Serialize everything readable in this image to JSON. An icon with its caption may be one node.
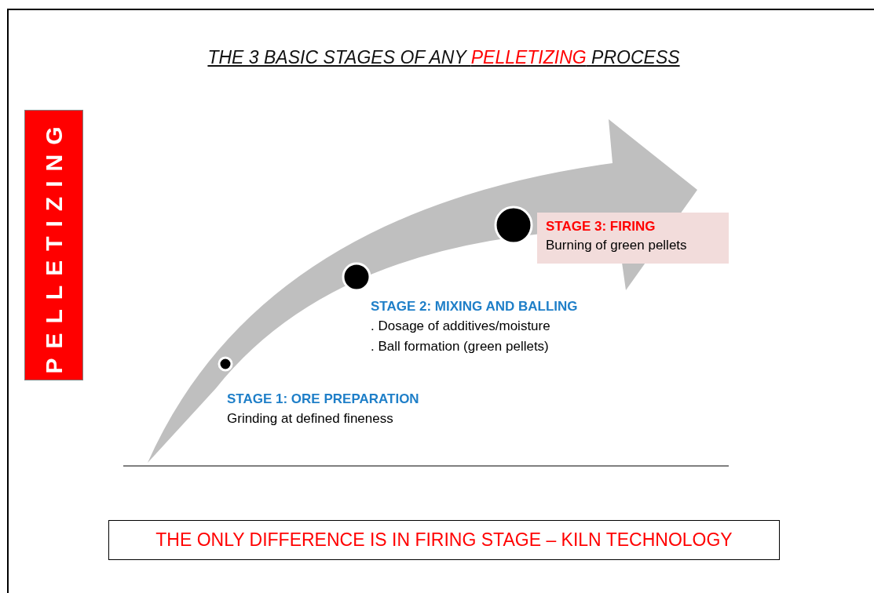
{
  "diagram": {
    "title": "THE 3 BASIC STAGES OF ANY **PELLETIZING** PROCESS",
    "nodes": [
      {
        "text": [
          "PELLETIZING"
        ]
      },
      {
        "text": [
          "STAGE 3: FIRING",
          "Burning of green pellets"
        ]
      },
      {
        "text": [
          "THE ONLY DIFFERENCE IS IN FIRING STAGE – KILN TECHNOLOGY"
        ]
      }
    ],
    "edges": [],
    "labels": [
      "STAGE 2: MIXING AND BALLING",
      ". Dosage of additives/moisture",
      ". Ball formation (green pellets)",
      "STAGE 1: ORE PREPARATION",
      "Grinding at defined fineness"
    ]
  }
}
